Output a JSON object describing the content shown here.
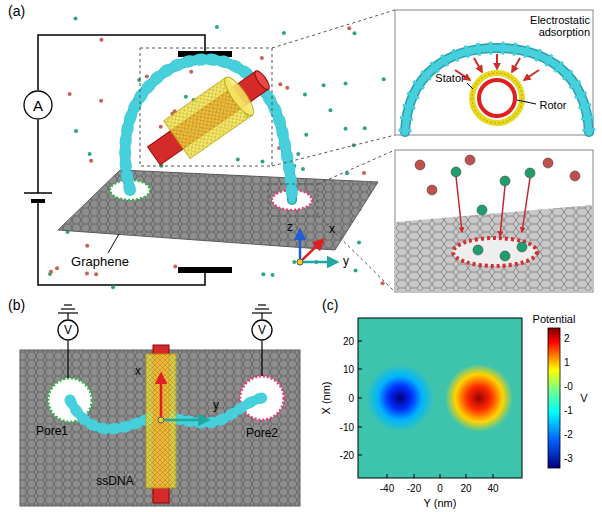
{
  "diagram": {
    "nodes": [
      {
        "text": [
          "A"
        ]
      },
      {
        "text": [
          "V"
        ]
      },
      {
        "text": [
          "V"
        ]
      }
    ],
    "labels": [
      "(a)",
      "Electrostatic adsorption",
      "Stator",
      "Rotor",
      "Graphene",
      "z",
      "x",
      "y",
      "(b)",
      "Pore1",
      "Pore2",
      "ssDNA",
      "x",
      "y",
      "(c)",
      "20",
      "10",
      "0",
      "-10",
      "-20",
      "X (nm)",
      "-40",
      "-20",
      "0",
      "20",
      "40",
      "Y (nm)",
      "Potential",
      "2",
      "1",
      "-0",
      "-1",
      "-2",
      "-3",
      "V"
    ]
  }
}
